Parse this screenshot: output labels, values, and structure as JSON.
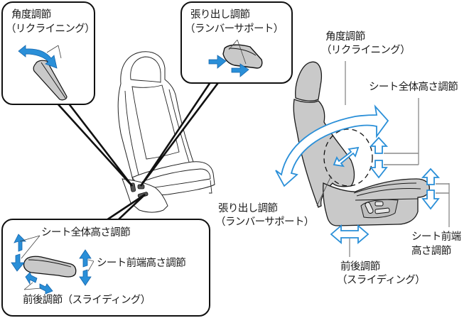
{
  "colors": {
    "arrow_blue": "#2a8fd8",
    "arrow_blue_dark": "#1566ad",
    "seat_gray": "#c9c9c9",
    "outline": "#1a1a1a"
  },
  "callouts": {
    "recline": {
      "title": "角度調節",
      "subtitle": "（リクライニング）",
      "icons": [
        "recline-switch-icon",
        "curved-arrow-icon"
      ]
    },
    "lumbar": {
      "title": "張り出し調節",
      "subtitle": "（ランバーサポート）",
      "icons": [
        "lumbar-switch-icon",
        "push-arrow-icon"
      ]
    },
    "cushion": {
      "height_label": "シート全体高さ調節",
      "front_height_label": "シート前端高さ調節",
      "slide_label": "前後調節（スライディング）",
      "icons": [
        "cushion-switch-icon",
        "up-down-arrow-icon",
        "left-right-arrow-icon"
      ]
    }
  },
  "side_view": {
    "recline": {
      "title": "角度調節",
      "subtitle": "（リクライニング）"
    },
    "overall_height": {
      "title": "シート全体高さ調節"
    },
    "lumbar": {
      "title": "張り出し調節",
      "subtitle": "（ランバーサポート）"
    },
    "front_height": {
      "title": "シート前端",
      "subtitle": "高さ調節"
    },
    "slide": {
      "title": "前後調節",
      "subtitle": "（スライディング）"
    }
  }
}
